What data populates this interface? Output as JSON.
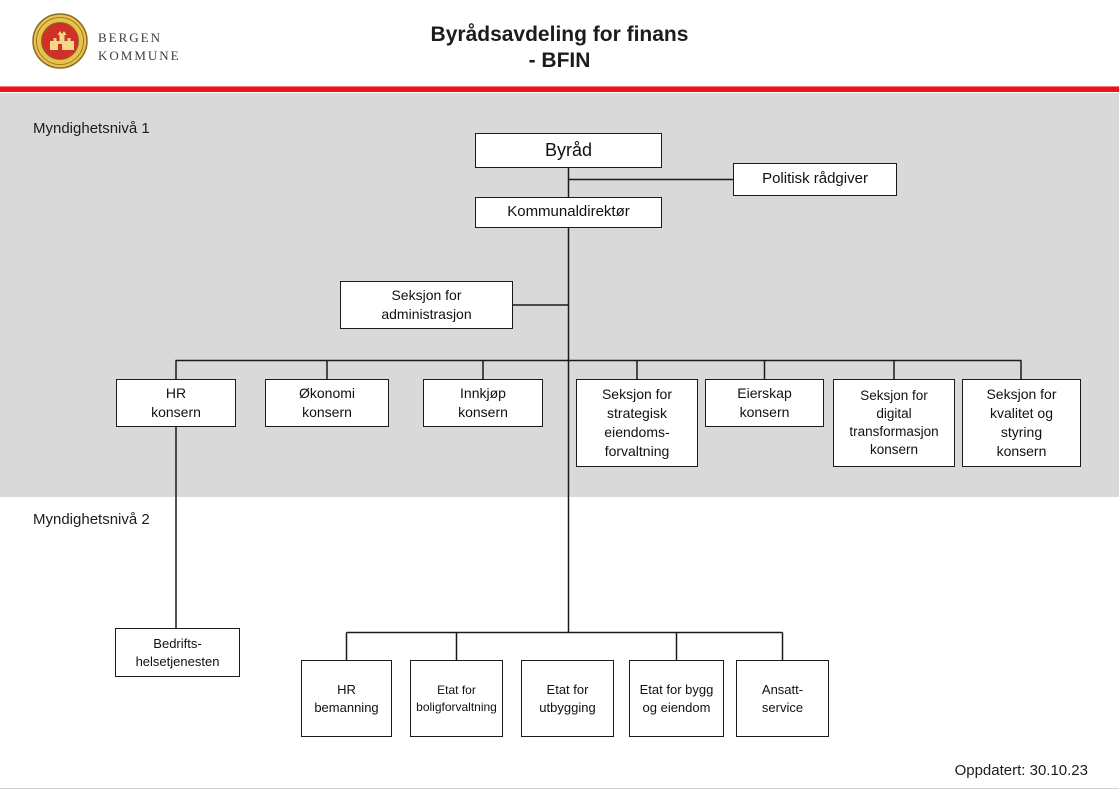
{
  "header": {
    "org_name": "BERGEN\nKOMMUNE",
    "title": "Byrådsavdeling for finans\n- BFIN"
  },
  "levels": {
    "level1": "Myndighetsnivå 1",
    "level2": "Myndighetsnivå 2"
  },
  "nodes": {
    "byrad": "Byråd",
    "politisk_radgiver": "Politisk rådgiver",
    "kommunaldirektor": "Kommunaldirektør",
    "seksjon_administrasjon": "Seksjon for\nadministrasjon",
    "hr_konsern": "HR\nkonsern",
    "okonomi_konsern": "Økonomi\nkonsern",
    "innkjop_konsern": "Innkjøp\nkonsern",
    "seksjon_strategisk_eiendom": "Seksjon for\nstrategisk\neiendoms-\nforvaltning",
    "eierskap_konsern": "Eierskap\nkonsern",
    "seksjon_digital_transformasjon": "Seksjon for\ndigital\ntransformasjon\nkonsern",
    "seksjon_kvalitet_styring": "Seksjon for\nkvalitet og\nstyring\nkonsern",
    "bedriftshelsetjenesten": "Bedrifts-\nhelsetjenesten",
    "hr_bemanning": "HR\nbemanning",
    "etat_boligforvaltning": "Etat for\nboligforvaltning",
    "etat_utbygging": "Etat for\nutbygging",
    "etat_bygg_eiendom": "Etat for bygg\nog eiendom",
    "ansatt_service": "Ansatt-\nservice"
  },
  "footer": {
    "updated": "Oppdatert: 30.10.23"
  },
  "colors": {
    "accent_red": "#e8131c",
    "section_gray": "#d9d9d9",
    "box_border": "#1a1a1a"
  }
}
